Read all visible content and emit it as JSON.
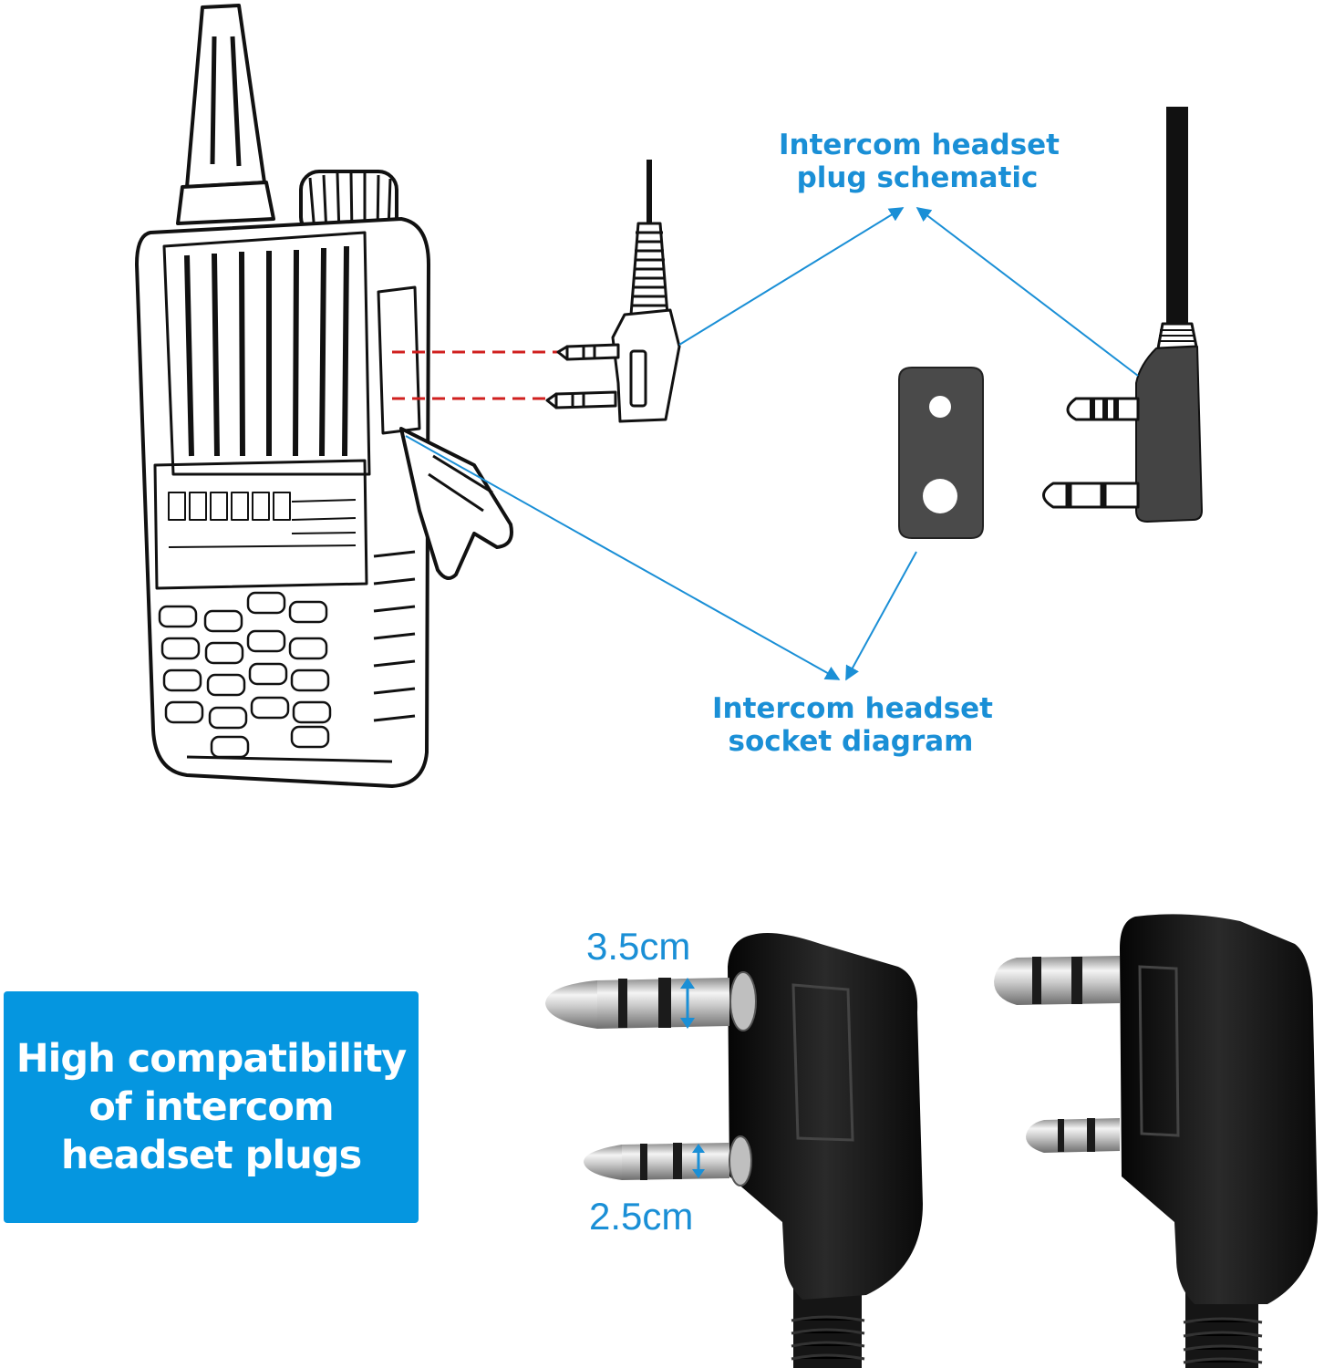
{
  "colors": {
    "callout": "#1a8fd6",
    "banner_bg": "#0596e0",
    "banner_text": "#ffffff",
    "guide_dash": "#d0201f"
  },
  "labels": {
    "plug_schematic": {
      "line1": "Intercom headset",
      "line2": "plug schematic"
    },
    "socket_diagram": {
      "line1": "Intercom headset",
      "line2": "socket diagram"
    }
  },
  "dimensions": {
    "large_pin": "3.5cm",
    "small_pin": "2.5cm"
  },
  "banner": {
    "line1": "High compatibility",
    "line2": "of intercom",
    "line3": "headset plugs"
  },
  "icons": [
    "walkie-talkie-icon",
    "k-plug-icon",
    "socket-plate-icon",
    "plug-schematic-icon",
    "k-plug-photo-icon",
    "double-arrow-icon"
  ]
}
